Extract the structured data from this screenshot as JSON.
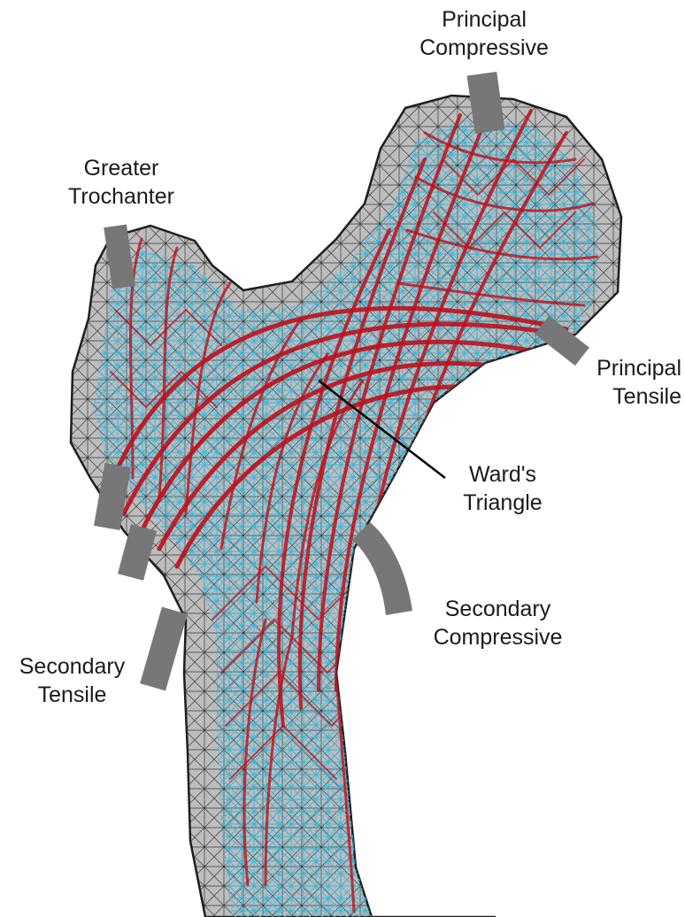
{
  "labels": {
    "principal_compressive": [
      "Principal",
      "Compressive"
    ],
    "greater_trochanter": [
      "Greater",
      "Trochanter"
    ],
    "principal_tensile": [
      "Principal",
      "Tensile"
    ],
    "wards_triangle": [
      "Ward's",
      "Triangle"
    ],
    "secondary_compressive": [
      "Secondary",
      "Compressive"
    ],
    "secondary_tensile": [
      "Secondary",
      "Tensile"
    ]
  },
  "colors": {
    "cortical_shell": "#b9b9b9",
    "cortical_outline": "#2a2a2a",
    "trabecular_compressive": "#c0101a",
    "trabecular_background": "#33b8e0",
    "region_marker": "#777777",
    "leader_line": "#000000"
  }
}
